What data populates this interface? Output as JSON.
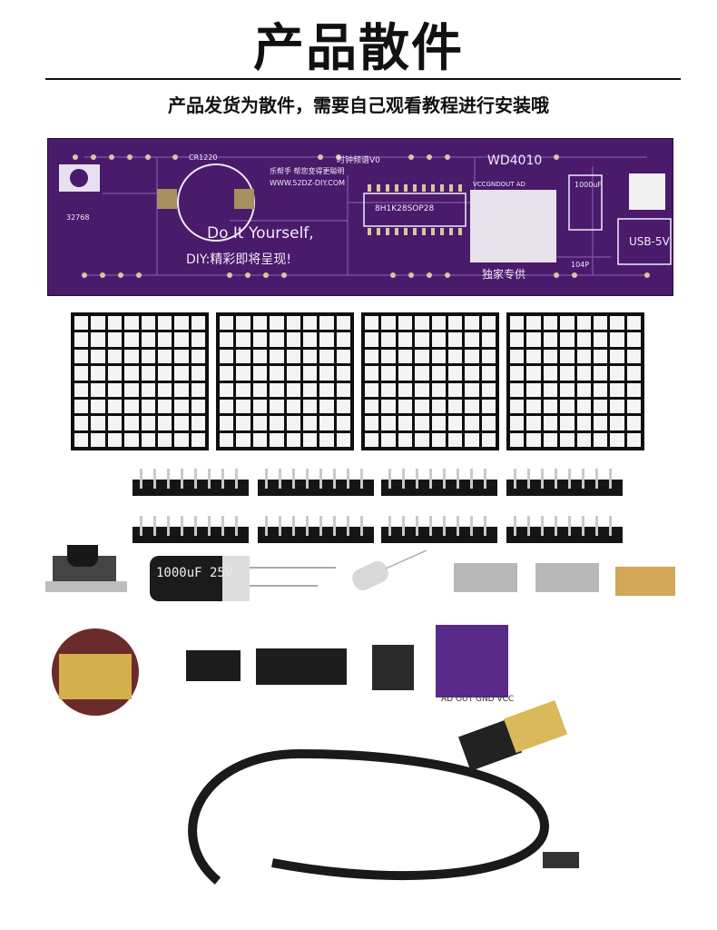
{
  "page": {
    "title": "产品散件",
    "subtitle": "产品发货为散件，需要自己观看教程进行安装哦"
  },
  "pcb": {
    "model": "WD4010",
    "battery_label": "CR1220",
    "clock_label": "时钟频谱V0",
    "slogan_small": "乐帮手 帮您变得更聪明",
    "website": "WWW.52DZ-DIY.COM",
    "chip_label": "8H1K28SOP28",
    "crystal_label": "32768",
    "module_pins": "VCCGNDOUT AD",
    "headline": "Do It Yourself,",
    "diy_line": "DIY:精彩即将呈现!",
    "exclusive": "独家专供",
    "cap_label": "1000uF",
    "usb_label": "USB-5V",
    "cap_code": "104P"
  },
  "parts": {
    "capacitor_text": "1000uF 25V",
    "sound_module_pins": "AD OUT GND VCC"
  },
  "colors": {
    "pcb": "#4a1a6b",
    "background": "#ffffff",
    "matrix_frame": "#0f0f0f",
    "matrix_led": "#f4f4f4"
  },
  "icons": [
    "push-button-icon",
    "electrolytic-capacitor-icon",
    "crystal-oscillator-icon",
    "smd-capacitor-icon",
    "battery-holder-icon",
    "ic-chip-icon",
    "usb-cable-icon"
  ]
}
